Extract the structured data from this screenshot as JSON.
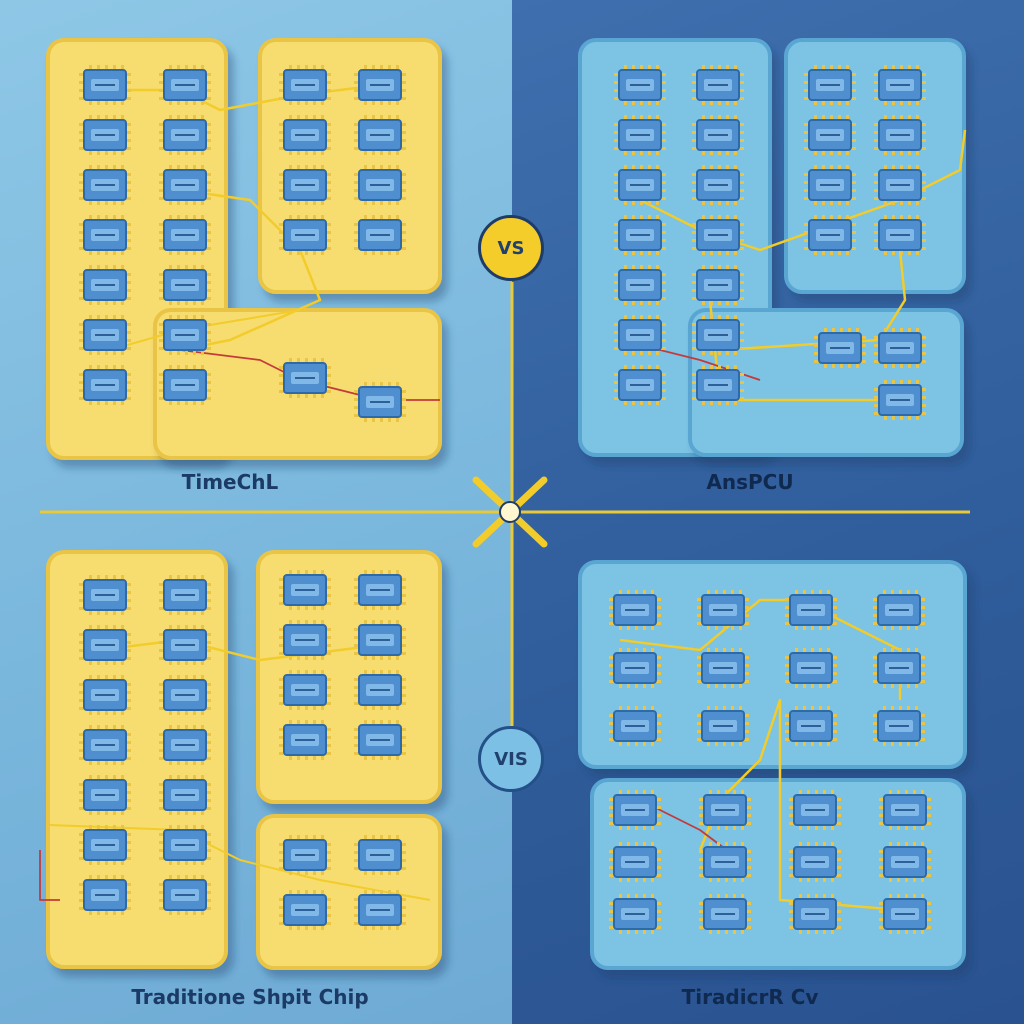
{
  "captions": {
    "top_left": "TimeChL",
    "top_right": "AnsPCU",
    "bottom_left": "Traditione Shpit Chip",
    "bottom_right": "TiradicrR Cv"
  },
  "vs_badges": {
    "top": "VS",
    "bottom": "VIS"
  },
  "colors": {
    "yellow_board": "#f7dc6f",
    "yellow_border": "#e9c445",
    "blue_board": "#7cc3e4",
    "blue_border": "#5aa6d2",
    "chip_fill": "#4f8fcf",
    "chip_border": "#2f6aa8",
    "trace_yellow": "#f2cc2a",
    "trace_red": "#c43a3a",
    "divider": "#e7c93a"
  },
  "icons": [
    "vs-badge",
    "center-cross-icon",
    "chip-icon",
    "arrow-icon"
  ]
}
